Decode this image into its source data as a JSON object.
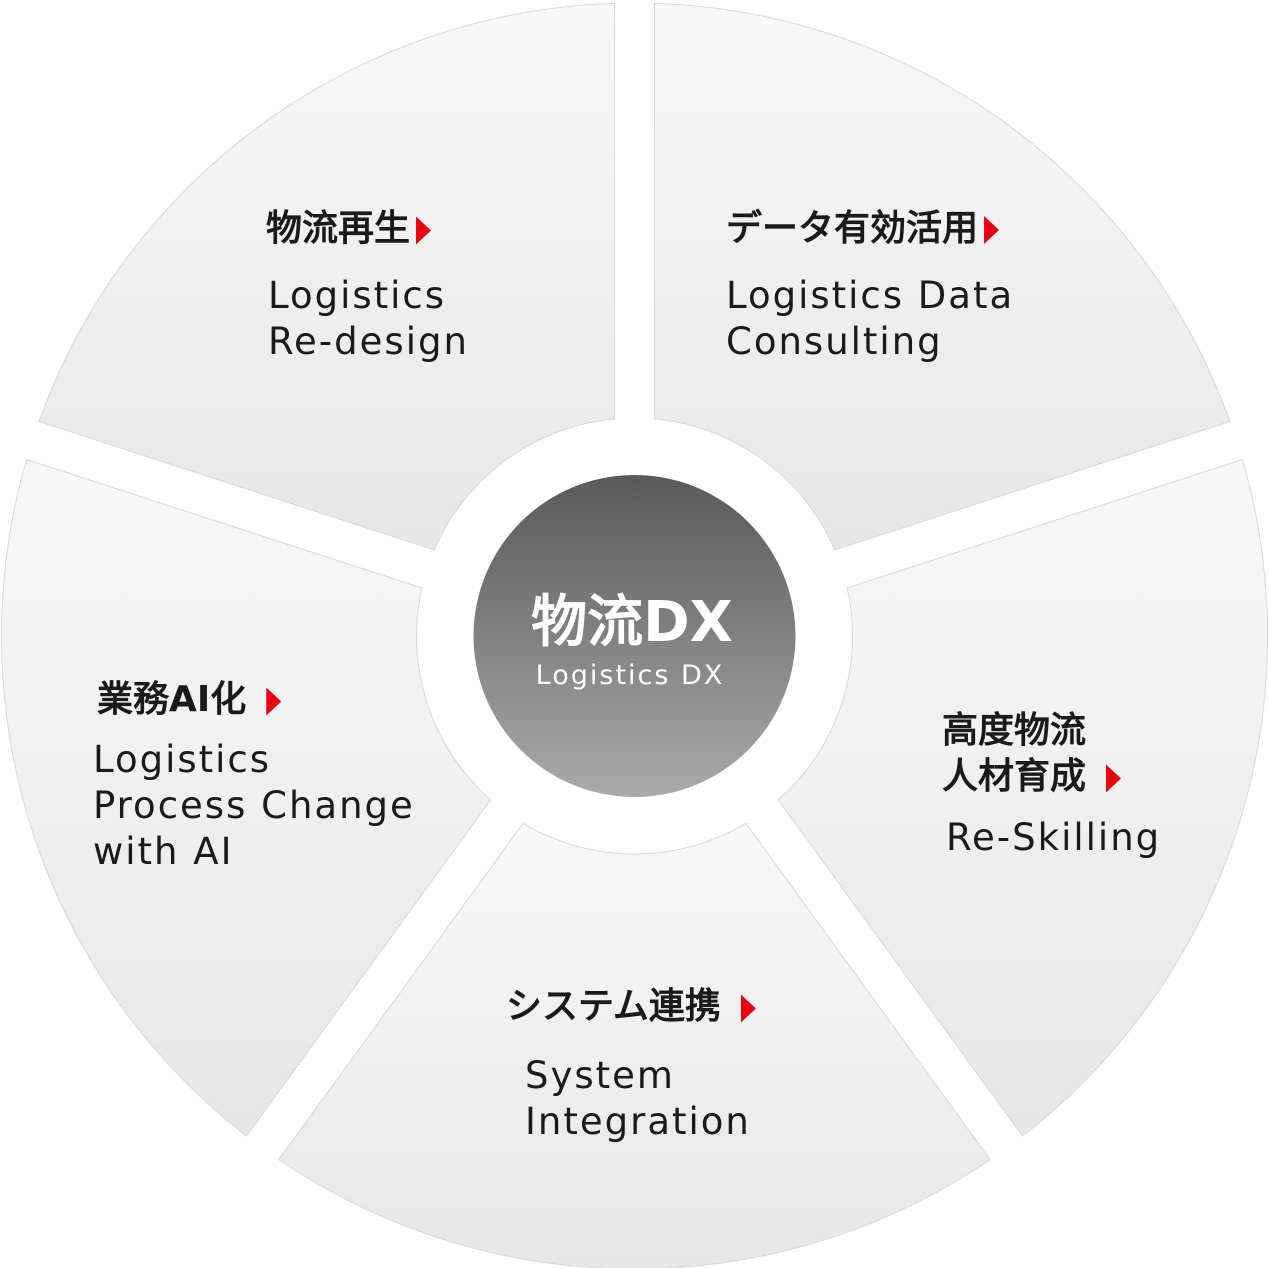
{
  "center": {
    "title": "物流DX",
    "subtitle": "Logistics DX"
  },
  "segments": [
    {
      "id": "logistics-redesign",
      "title_lines": [
        "物流再生"
      ],
      "sub_lines": [
        "Logistics",
        "Re-design"
      ]
    },
    {
      "id": "data-consulting",
      "title_lines": [
        "データ有効活用"
      ],
      "sub_lines": [
        "Logistics Data",
        "Consulting"
      ]
    },
    {
      "id": "re-skilling",
      "title_lines": [
        "高度物流",
        "人材育成"
      ],
      "sub_lines": [
        "Re-Skilling"
      ]
    },
    {
      "id": "system-integration",
      "title_lines": [
        "システム連携"
      ],
      "sub_lines": [
        "System",
        "Integration"
      ]
    },
    {
      "id": "process-change-ai",
      "title_lines": [
        "業務AI化"
      ],
      "sub_lines": [
        "Logistics",
        "Process Change",
        "with AI"
      ]
    }
  ],
  "colors": {
    "arrow": "#e60012",
    "segment_light": "#f7f7f7",
    "segment_dark": "#e8e8e8",
    "center_top": "#5a5a5a",
    "center_bottom": "#a8a8a8",
    "text": "#1a1a1a"
  }
}
